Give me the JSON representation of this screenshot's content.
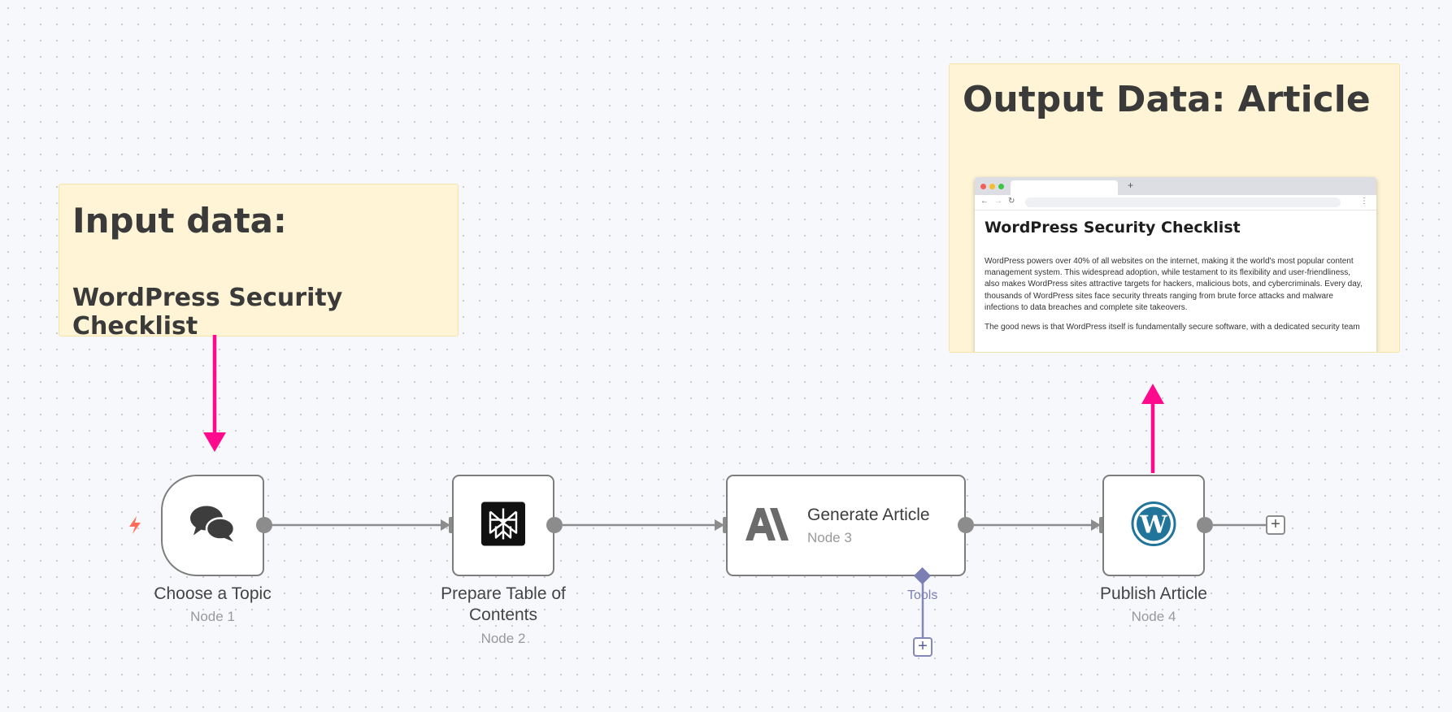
{
  "notes": {
    "input": {
      "title": "Input data:",
      "subtitle": "WordPress Security Checklist"
    },
    "output": {
      "title": "Output Data: Article"
    }
  },
  "browser_preview": {
    "new_tab_symbol": "+",
    "article_title": "WordPress Security Checklist",
    "paragraphs": [
      "WordPress powers over 40% of all websites on the internet, making it the world's most popular content management system. This widespread adoption, while testament to its flexibility and user-friendliness, also makes WordPress sites attractive targets for hackers, malicious bots, and cybercriminals. Every day, thousands of WordPress sites face security threats ranging from brute force attacks and malware infections to data breaches and complete site takeovers.",
      "The good news is that WordPress itself is fundamentally secure software, with a dedicated security team"
    ]
  },
  "nodes": [
    {
      "id": "node-1",
      "label": "Choose a Topic",
      "sublabel": "Node 1",
      "icon": "chat-bubbles-icon"
    },
    {
      "id": "node-2",
      "label": "Prepare Table of Contents",
      "sublabel": "Node 2",
      "icon": "perplexity-icon"
    },
    {
      "id": "node-3",
      "label": "Generate Article",
      "sublabel": "Node 3",
      "icon": "anthropic-icon"
    },
    {
      "id": "node-4",
      "label": "Publish Article",
      "sublabel": "Node 4",
      "icon": "wordpress-icon"
    }
  ],
  "tools": {
    "label": "Tools",
    "add_symbol": "+"
  },
  "add_node_symbol": "+",
  "colors": {
    "accent_arrow": "#ff0a8c",
    "sticky_bg": "#fff5d6",
    "trigger": "#ff6d5a",
    "tools": "#7b7fb4",
    "wordpress": "#21759b"
  }
}
